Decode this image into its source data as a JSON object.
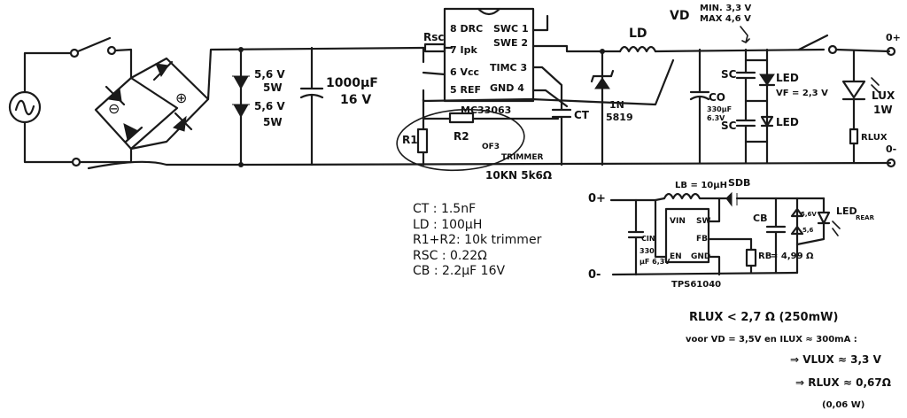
{
  "main_circuit": {
    "zener_label": [
      "5,6 V",
      "5W",
      "5,6 V",
      "5W"
    ],
    "cap_value": "1000µF",
    "cap_voltage": "16 V",
    "rsc_label": "Rsc",
    "ic_name": "MC33063",
    "ic_pins": [
      "8 DRC",
      "7 Ipk",
      "6 Vcc",
      "5 REF",
      "SWC 1",
      "SWE 2",
      "TIMC 3",
      "GND 4"
    ],
    "r1_label": "R1",
    "r2_label": "R2",
    "trimmer_label": [
      "OF3",
      "TRIMMER"
    ],
    "trimmer_value": "10KN 5k6Ω",
    "ct_label": "CT",
    "diode_label": [
      "1N",
      "5819"
    ],
    "inductor_label": "LD",
    "vd_label": "VD",
    "vd_range": [
      "MIN. 3,3 V",
      "MAX 4,6 V"
    ],
    "co_label": [
      "CO",
      "330µF",
      "6.3V"
    ],
    "sc_labels": [
      "SC",
      "SC"
    ],
    "led_labels": [
      "LED",
      "LED"
    ],
    "vf_label": "VF = 2,3 V",
    "lux_label": [
      "LUX",
      "1W"
    ],
    "rlux_label": "RLUX",
    "out_plus": "0+",
    "out_minus": "0-",
    "bridge_minus": "⊖",
    "bridge_plus": "⊕"
  },
  "boost_circuit": {
    "in_plus": "0+",
    "in_minus": "0-",
    "lb_label": "LB = 10µH",
    "sdb_label": "SDB",
    "cb_label": "CB",
    "cin_label": [
      "CIN",
      "330",
      "µF 6,3V"
    ],
    "ic_pins": [
      "VIN",
      "SW",
      "FB",
      "EN",
      "GND"
    ],
    "ic_name": "TPS61040",
    "rb_label": "RB",
    "rb_value": "= 4,99 Ω",
    "zener_label": [
      "5,6V",
      "5,6"
    ],
    "led_label": "LED",
    "led_sub": "REAR"
  },
  "legend": {
    "ct": "CT : 1.5nF",
    "ld": "LD : 100µH",
    "r1r2": "R1+R2: 10k trimmer",
    "rsc": "RSC : 0.22Ω",
    "cb": "CB : 2.2µF 16V"
  },
  "notes": {
    "line1": "RLUX < 2,7 Ω (250mW)",
    "line2": "voor VD = 3,5V en ILUX ≈ 300mA :",
    "line3": "⇒ VLUX ≈ 3,3 V",
    "line4": "⇒ RLUX ≈ 0,67Ω",
    "line5": "(0,06 W)"
  }
}
